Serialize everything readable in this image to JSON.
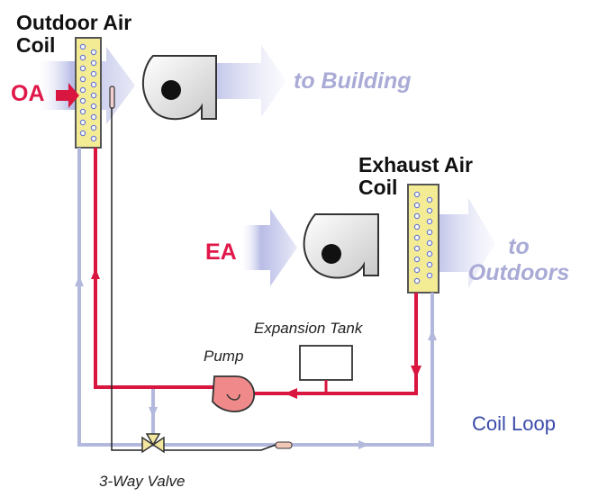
{
  "labels": {
    "outdoor_coil": [
      "Outdoor Air",
      "Coil"
    ],
    "oa": "OA",
    "to_building": "to Building",
    "exhaust_coil": [
      "Exhaust Air",
      "Coil"
    ],
    "ea": "EA",
    "to_outdoors": [
      "to",
      "Outdoors"
    ],
    "expansion_tank": "Expansion Tank",
    "pump": "Pump",
    "three_way_valve": "3-Way Valve",
    "caption": "Coil Loop"
  },
  "colors": {
    "supply_loop": "#d8163f",
    "return_loop": "#b3b8dd",
    "airflow_arrow": "#d6d8f0",
    "coil_fill": "#f2e88a",
    "pump_fill": "#f08a8a",
    "caption": "#3a4aa8"
  }
}
